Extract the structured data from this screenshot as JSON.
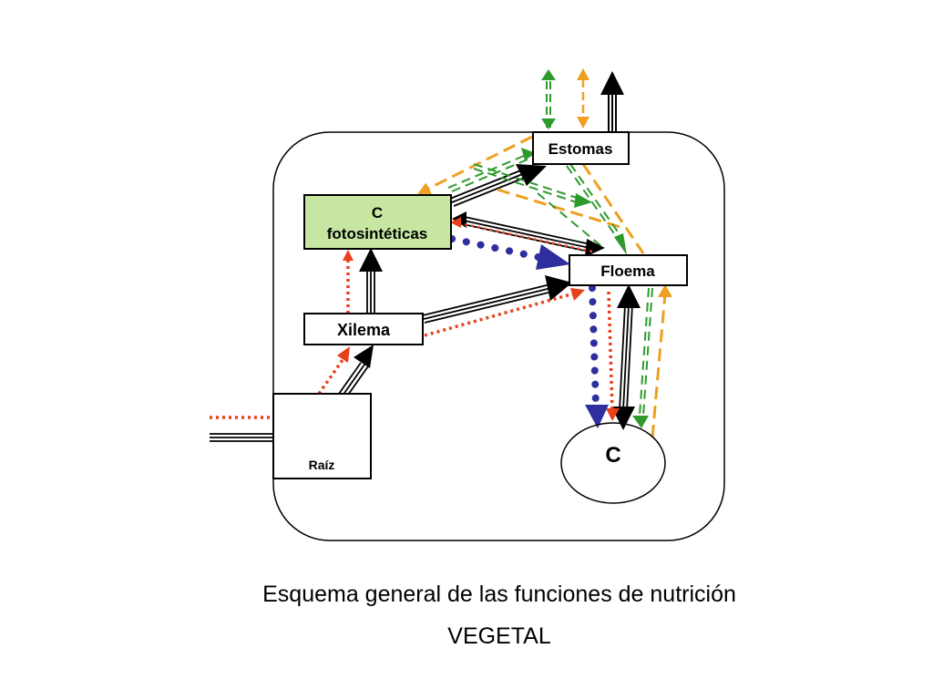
{
  "diagram": {
    "nodes": {
      "estomas": "Estomas",
      "c_fotosinteticas_line1": "C",
      "c_fotosinteticas_line2": "fotosintéticas",
      "floema": "Floema",
      "xilema": "Xilema",
      "raiz": "Raíz",
      "celula": "C"
    },
    "colors": {
      "green_box": "#c6e6a2",
      "orange": "#f0a020",
      "green": "#2e9a2e",
      "red": "#e8401a",
      "blue": "#2e2e9e",
      "black": "#000000"
    }
  },
  "caption": {
    "title": "Esquema general de las funciones de nutrición",
    "subtitle": "VEGETAL"
  }
}
